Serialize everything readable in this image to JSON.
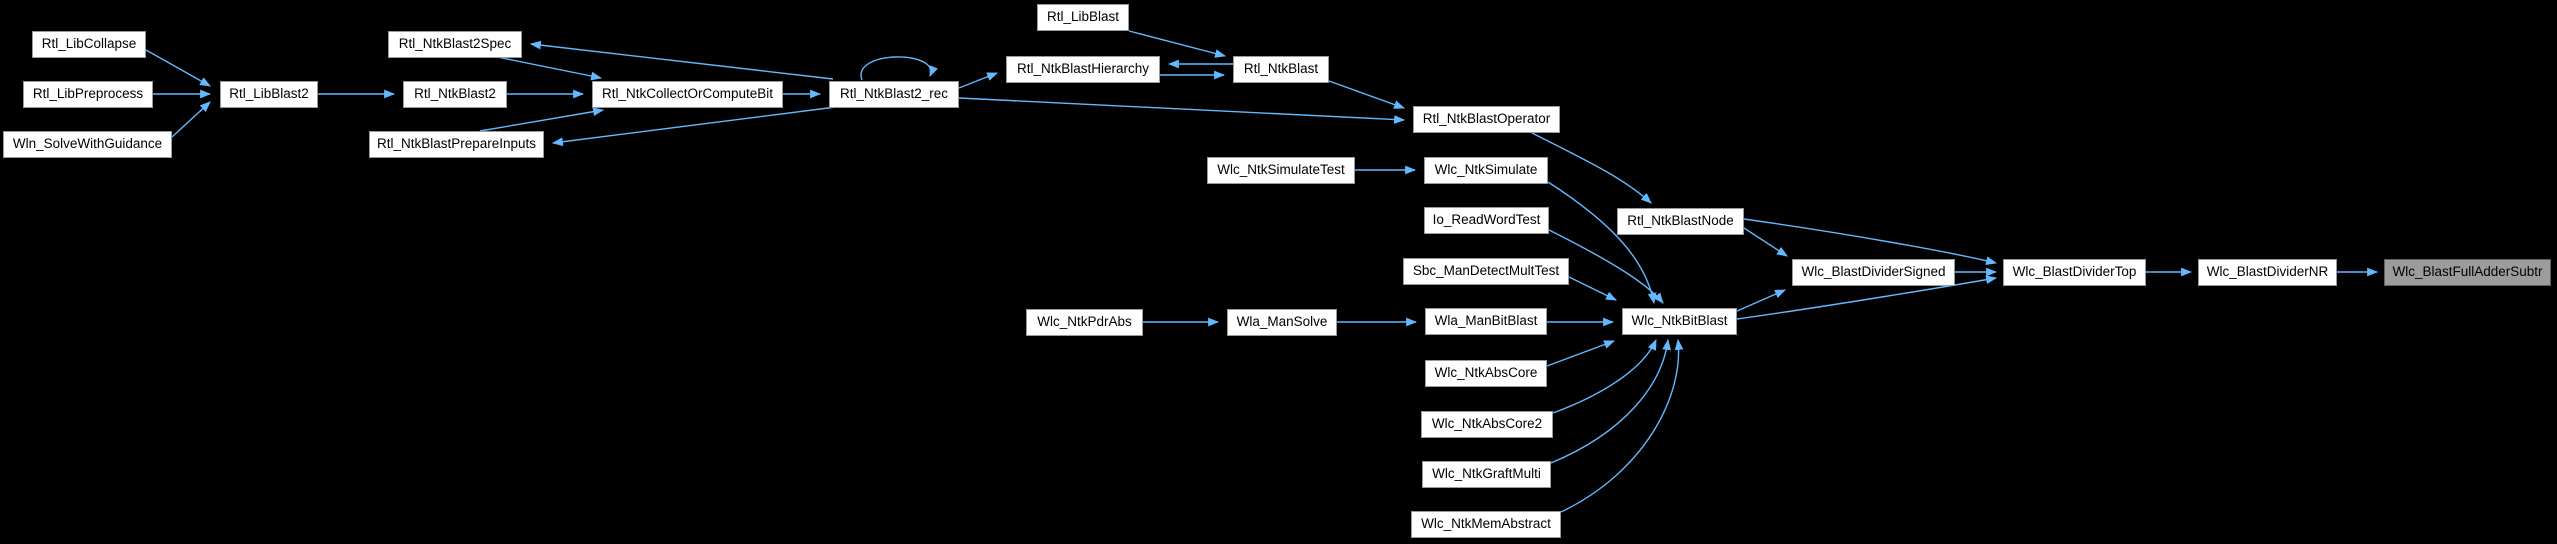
{
  "diagram": {
    "type": "call-graph",
    "background_color": "#000000",
    "arrow_color": "#63b8ff",
    "node_fill": "#ffffff",
    "node_border_color": "#9a9a9a",
    "highlight_fill": "#9c9c9c",
    "nodes": [
      {
        "label": "Rtl_LibCollapse",
        "highlighted": false
      },
      {
        "label": "Rtl_LibPreprocess",
        "highlighted": false
      },
      {
        "label": "Wln_SolveWithGuidance",
        "highlighted": false
      },
      {
        "label": "Rtl_LibBlast2",
        "highlighted": false
      },
      {
        "label": "Rtl_NtkBlast2Spec",
        "highlighted": false
      },
      {
        "label": "Rtl_NtkBlast2",
        "highlighted": false
      },
      {
        "label": "Rtl_NtkBlastPrepareInputs",
        "highlighted": false
      },
      {
        "label": "Rtl_NtkCollectOrComputeBit",
        "highlighted": false
      },
      {
        "label": "Rtl_NtkBlast2_rec",
        "highlighted": false
      },
      {
        "label": "Rtl_LibBlast",
        "highlighted": false
      },
      {
        "label": "Rtl_NtkBlastHierarchy",
        "highlighted": false
      },
      {
        "label": "Rtl_NtkBlast",
        "highlighted": false
      },
      {
        "label": "Rtl_NtkBlastOperator",
        "highlighted": false
      },
      {
        "label": "Wlc_NtkSimulateTest",
        "highlighted": false
      },
      {
        "label": "Wlc_NtkSimulate",
        "highlighted": false
      },
      {
        "label": "Io_ReadWordTest",
        "highlighted": false
      },
      {
        "label": "Sbc_ManDetectMultTest",
        "highlighted": false
      },
      {
        "label": "Rtl_NtkBlastNode",
        "highlighted": false
      },
      {
        "label": "Wlc_NtkPdrAbs",
        "highlighted": false
      },
      {
        "label": "Wla_ManSolve",
        "highlighted": false
      },
      {
        "label": "Wla_ManBitBlast",
        "highlighted": false
      },
      {
        "label": "Wlc_NtkBitBlast",
        "highlighted": false
      },
      {
        "label": "Wlc_NtkAbsCore",
        "highlighted": false
      },
      {
        "label": "Wlc_NtkAbsCore2",
        "highlighted": false
      },
      {
        "label": "Wlc_NtkGraftMulti",
        "highlighted": false
      },
      {
        "label": "Wlc_NtkMemAbstract",
        "highlighted": false
      },
      {
        "label": "Wlc_BlastDividerSigned",
        "highlighted": false
      },
      {
        "label": "Wlc_BlastDividerTop",
        "highlighted": false
      },
      {
        "label": "Wlc_BlastDividerNR",
        "highlighted": false
      },
      {
        "label": "Wlc_BlastFullAdderSubtr",
        "highlighted": true
      }
    ],
    "edges": [
      {
        "from": "Rtl_LibCollapse",
        "to": "Rtl_LibBlast2"
      },
      {
        "from": "Rtl_LibPreprocess",
        "to": "Rtl_LibBlast2"
      },
      {
        "from": "Wln_SolveWithGuidance",
        "to": "Rtl_LibBlast2"
      },
      {
        "from": "Rtl_LibBlast2",
        "to": "Rtl_NtkBlast2"
      },
      {
        "from": "Rtl_NtkBlast2",
        "to": "Rtl_NtkCollectOrComputeBit"
      },
      {
        "from": "Rtl_NtkBlast2Spec",
        "to": "Rtl_NtkCollectOrComputeBit"
      },
      {
        "from": "Rtl_NtkBlastPrepareInputs",
        "to": "Rtl_NtkCollectOrComputeBit"
      },
      {
        "from": "Rtl_NtkCollectOrComputeBit",
        "to": "Rtl_NtkBlast2_rec"
      },
      {
        "from": "Rtl_NtkBlast2_rec",
        "to": "Rtl_NtkBlast2_rec"
      },
      {
        "from": "Rtl_NtkBlast2_rec",
        "to": "Rtl_NtkBlast2Spec"
      },
      {
        "from": "Rtl_NtkBlast2_rec",
        "to": "Rtl_NtkBlastPrepareInputs"
      },
      {
        "from": "Rtl_NtkBlast2_rec",
        "to": "Rtl_NtkBlastHierarchy"
      },
      {
        "from": "Rtl_NtkBlast2_rec",
        "to": "Rtl_NtkBlastOperator"
      },
      {
        "from": "Rtl_LibBlast",
        "to": "Rtl_NtkBlast"
      },
      {
        "from": "Rtl_NtkBlast",
        "to": "Rtl_NtkBlastHierarchy"
      },
      {
        "from": "Rtl_NtkBlastHierarchy",
        "to": "Rtl_NtkBlast"
      },
      {
        "from": "Rtl_NtkBlast",
        "to": "Rtl_NtkBlastOperator"
      },
      {
        "from": "Rtl_NtkBlastOperator",
        "to": "Rtl_NtkBlastNode"
      },
      {
        "from": "Wlc_NtkSimulateTest",
        "to": "Wlc_NtkSimulate"
      },
      {
        "from": "Wlc_NtkSimulate",
        "to": "Wlc_NtkBitBlast"
      },
      {
        "from": "Io_ReadWordTest",
        "to": "Wlc_NtkBitBlast"
      },
      {
        "from": "Sbc_ManDetectMultTest",
        "to": "Wlc_NtkBitBlast"
      },
      {
        "from": "Wlc_NtkPdrAbs",
        "to": "Wla_ManSolve"
      },
      {
        "from": "Wla_ManSolve",
        "to": "Wla_ManBitBlast"
      },
      {
        "from": "Wla_ManBitBlast",
        "to": "Wlc_NtkBitBlast"
      },
      {
        "from": "Wlc_NtkAbsCore",
        "to": "Wlc_NtkBitBlast"
      },
      {
        "from": "Wlc_NtkAbsCore2",
        "to": "Wlc_NtkBitBlast"
      },
      {
        "from": "Wlc_NtkGraftMulti",
        "to": "Wlc_NtkBitBlast"
      },
      {
        "from": "Wlc_NtkMemAbstract",
        "to": "Wlc_NtkBitBlast"
      },
      {
        "from": "Rtl_NtkBlastNode",
        "to": "Wlc_BlastDividerSigned"
      },
      {
        "from": "Rtl_NtkBlastNode",
        "to": "Wlc_BlastDividerTop"
      },
      {
        "from": "Wlc_NtkBitBlast",
        "to": "Wlc_BlastDividerSigned"
      },
      {
        "from": "Wlc_NtkBitBlast",
        "to": "Wlc_BlastDividerTop"
      },
      {
        "from": "Wlc_BlastDividerSigned",
        "to": "Wlc_BlastDividerTop"
      },
      {
        "from": "Wlc_BlastDividerTop",
        "to": "Wlc_BlastDividerNR"
      },
      {
        "from": "Wlc_BlastDividerNR",
        "to": "Wlc_BlastFullAdderSubtr"
      }
    ]
  }
}
